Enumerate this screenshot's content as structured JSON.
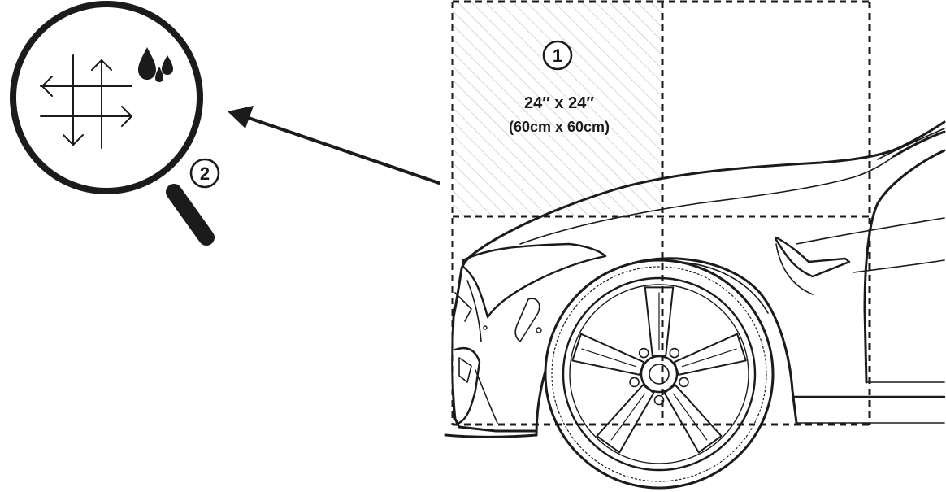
{
  "section_1": {
    "step_number": "1",
    "size_imperial": "24″ x 24″",
    "size_metric": "(60cm x 60cm)"
  },
  "section_2": {
    "step_number": "2"
  },
  "icons": {
    "magnifier": "magnifying-glass-icon",
    "directional": "four-way-arrows-grid-icon",
    "water": "water-droplets-icon",
    "pointer": "arrow-left-up-icon"
  },
  "colors": {
    "ink": "#1b1b1b",
    "hatch": "#bdbdbd",
    "background": "#ffffff"
  }
}
